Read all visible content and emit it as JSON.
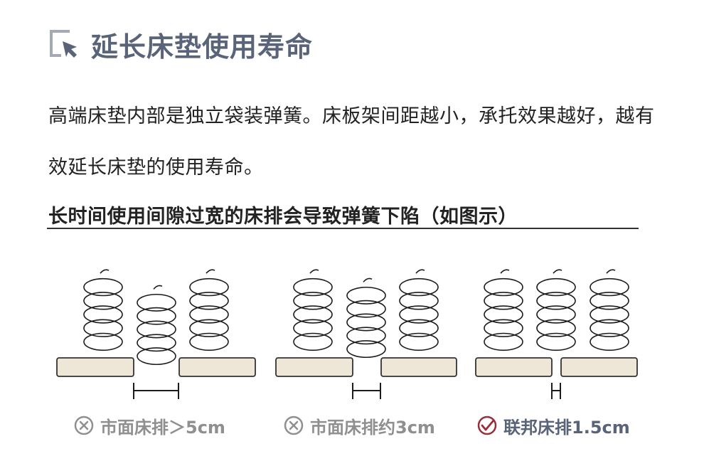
{
  "header": {
    "icon": "cursor-box-icon",
    "title": "延长床垫使用寿命"
  },
  "body": {
    "paragraph": "高端床垫内部是独立袋装弹簧。床板架间距越小，承托效果越好，越有效延长床垫的使用寿命。"
  },
  "subtitle": "长时间使用间隙过宽的床排会导致弹簧下陷（如图示）",
  "colors": {
    "title": "#5a6478",
    "slat_fill": "#eee6d6",
    "bad": "#8f8f8f",
    "good_check": "#9b2c3a"
  },
  "panels": [
    {
      "caption": "市面床排＞5cm",
      "status": "bad",
      "icon": "cross-circle-icon"
    },
    {
      "caption": "市面床排约3cm",
      "status": "bad",
      "icon": "cross-circle-icon"
    },
    {
      "caption": "联邦床排1.5cm",
      "status": "good",
      "icon": "check-circle-icon"
    }
  ]
}
